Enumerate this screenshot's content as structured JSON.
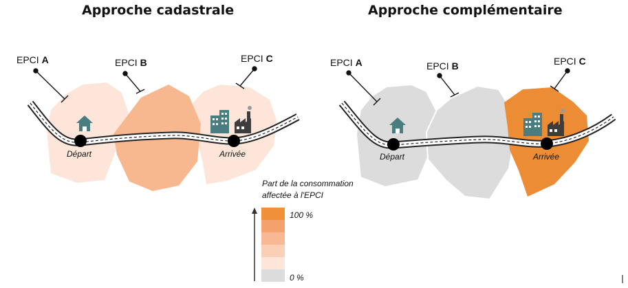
{
  "titles": {
    "left": "Approche cadastrale",
    "right": "Approche complémentaire"
  },
  "epci_prefix": "EPCI",
  "epci_letters": {
    "a": "A",
    "b": "B",
    "c": "C"
  },
  "points": {
    "depart": "Départ",
    "arrivee": "Arrivée"
  },
  "legend": {
    "title_line1": "Part de la consommation",
    "title_line2": "affectée à l'EPCI",
    "top_label": "100 %",
    "bottom_label": "0 %",
    "scale_colors": [
      "#f0913a",
      "#f5a16e",
      "#f8b893",
      "#fbcfb5",
      "#fde6d9",
      "#dcdcdc"
    ]
  },
  "colors": {
    "left_a": "#fde6d9",
    "left_b": "#f7b88f",
    "left_c": "#fde6d9",
    "right_a": "#dcdcdc",
    "right_b": "#dcdcdc",
    "right_c": "#ec8c34",
    "building": "#4a7d7f"
  }
}
